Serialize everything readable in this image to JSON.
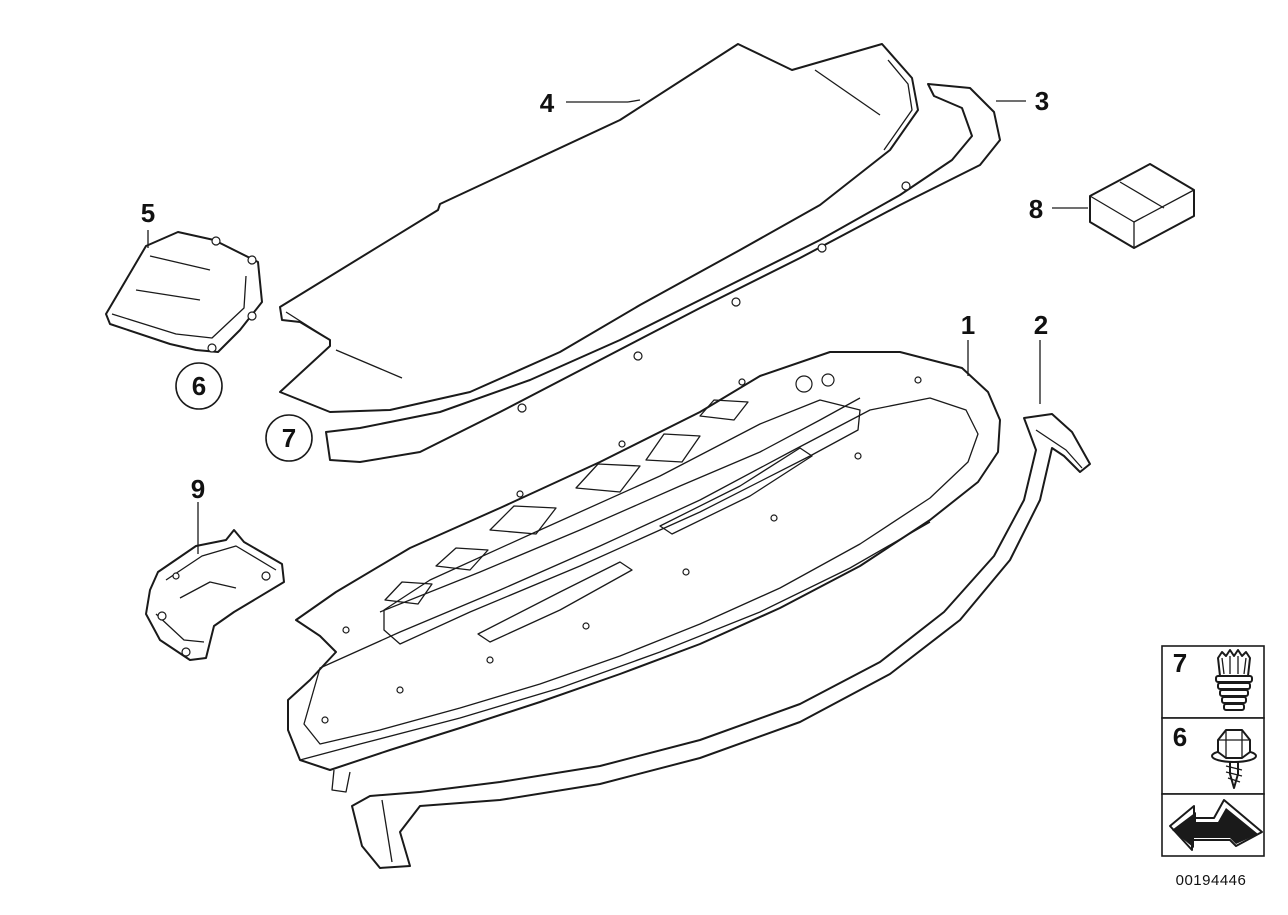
{
  "labels": {
    "part1": "1",
    "part2": "2",
    "part3": "3",
    "part4": "4",
    "part5": "5",
    "part6_circle": "6",
    "part7_circle": "7",
    "part8": "8",
    "part9": "9"
  },
  "legend": {
    "row7": "7",
    "row6": "6"
  },
  "diagram_number": "00194446"
}
